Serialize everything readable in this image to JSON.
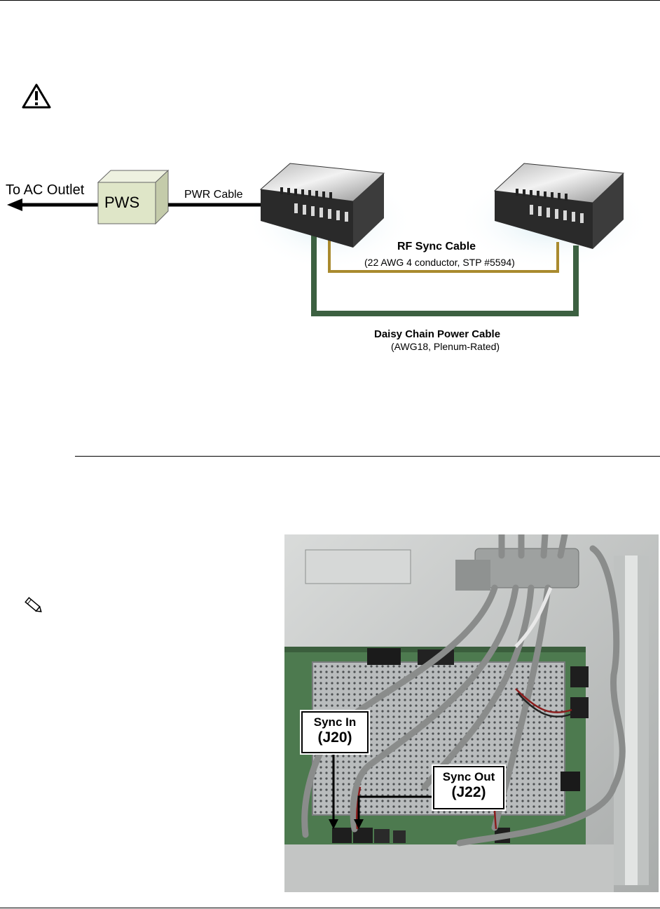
{
  "diagram": {
    "ac_outlet_label": "To AC Outlet",
    "pws_label": "PWS",
    "pwr_cable_label": "PWR Cable",
    "rf_sync_title": "RF Sync Cable",
    "rf_sync_sub": "(22 AWG 4 conductor, STP #5594)",
    "daisy_title": "Daisy Chain Power Cable",
    "daisy_sub": "(AWG18, Plenum-Rated)"
  },
  "photo": {
    "sync_in_label": "Sync In",
    "sync_in_port": "(J20)",
    "sync_out_label": "Sync Out",
    "sync_out_port": "(J22)"
  },
  "icons": {
    "warning": "warning-icon",
    "note": "pencil-note-icon"
  },
  "colors": {
    "pws_fill": "#dfe6c8",
    "rf_sync_cable": "#a98a2e",
    "daisy_cable": "#3c6041"
  }
}
